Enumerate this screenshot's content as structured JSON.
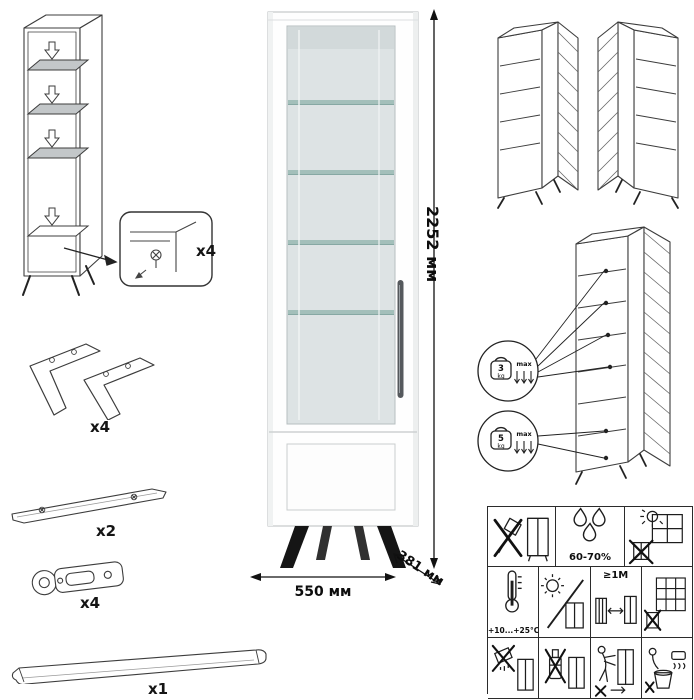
{
  "diagram": {
    "dimensions": {
      "height": "2252 мм",
      "width": "550 мм",
      "depth": "381 мм"
    },
    "parts": {
      "shelf_fitting": {
        "count": "x4"
      },
      "legs": {
        "count": "x4"
      },
      "rail": {
        "count": "x2"
      },
      "hinge": {
        "count": "x4"
      },
      "handle": {
        "count": "x1"
      }
    },
    "load_limits": {
      "glass_shelf": {
        "value": "3",
        "unit": "kg",
        "note": "max"
      },
      "lower_shelf": {
        "value": "5",
        "unit": "kg",
        "note": "max"
      }
    },
    "care": {
      "humidity": "60-70%",
      "temperature": "+10...+25°C",
      "heater_distance": "≥1M"
    },
    "colors": {
      "cabinet_body": "#ffffff",
      "glass": "#dde3e4",
      "glass_shelf": "#a3bfba",
      "handle": "#55595d",
      "legs": "#151515",
      "line_art": "#3c3c3c"
    }
  }
}
